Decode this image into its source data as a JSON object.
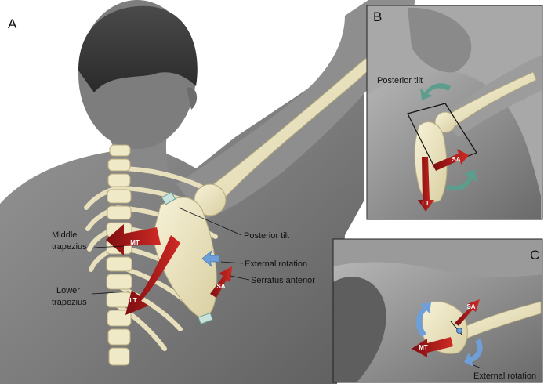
{
  "panels": {
    "a": {
      "letter": "A"
    },
    "b": {
      "letter": "B"
    },
    "c": {
      "letter": "C"
    }
  },
  "labels": {
    "middle_trapezius_line1": "Middle",
    "middle_trapezius_line2": "trapezius",
    "lower_trapezius_line1": "Lower",
    "lower_trapezius_line2": "trapezius",
    "posterior_tilt_a": "Posterior tilt",
    "external_rotation_a": "External rotation",
    "serratus_anterior": "Serratus anterior",
    "posterior_tilt_b": "Posterior tilt",
    "external_rotation_c": "External rotation"
  },
  "arrow_tags": {
    "mt": "MT",
    "lt": "LT",
    "sa": "SA"
  },
  "colors": {
    "muscle_red": "#b3171b",
    "rotation_blue": "#6f9fd8",
    "tilt_teal": "#5c9e8e",
    "bone": "#efe8c6",
    "skin_gray": "#8a8a8a"
  }
}
